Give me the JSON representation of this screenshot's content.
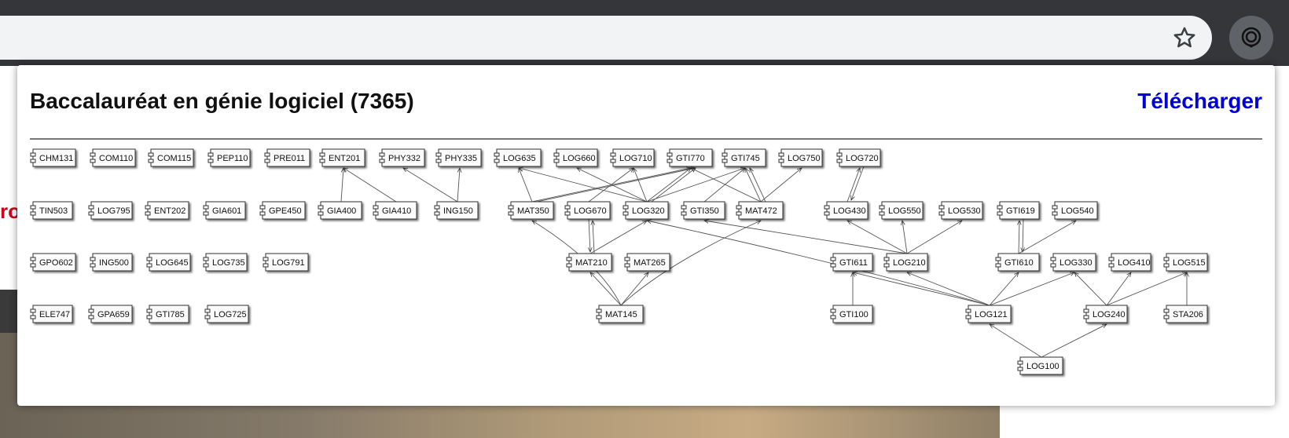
{
  "browser": {
    "star_icon": "star-outline-icon",
    "profile_icon": "profile-avatar-icon"
  },
  "background_page": {
    "partial_link_text": "ro"
  },
  "modal": {
    "title": "Baccalauréat en génie logiciel (7365)",
    "download_label": "Télécharger"
  },
  "graph": {
    "courses": [
      "CHM131",
      "COM110",
      "COM115",
      "PEP110",
      "PRE011",
      "ENT201",
      "PHY332",
      "PHY335",
      "LOG635",
      "LOG660",
      "LOG710",
      "GTI770",
      "GTI745",
      "LOG750",
      "LOG720",
      "TIN503",
      "LOG795",
      "ENT202",
      "GIA601",
      "GPE450",
      "GIA400",
      "GIA410",
      "ING150",
      "MAT350",
      "LOG670",
      "LOG320",
      "GTI350",
      "MAT472",
      "LOG430",
      "LOG550",
      "LOG530",
      "GTI619",
      "LOG540",
      "GPO602",
      "ING500",
      "LOG645",
      "LOG735",
      "LOG791",
      "MAT210",
      "MAT265",
      "GTI611",
      "LOG210",
      "GTI610",
      "LOG330",
      "LOG410",
      "LOG515",
      "ELE747",
      "GPA659",
      "GTI785",
      "LOG725",
      "MAT145",
      "GTI100",
      "LOG121",
      "LOG240",
      "STA206",
      "LOG100"
    ],
    "prerequisites": [
      [
        "GIA400",
        "ENT201"
      ],
      [
        "GIA410",
        "ENT201"
      ],
      [
        "ING150",
        "PHY332"
      ],
      [
        "ING150",
        "PHY335"
      ],
      [
        "MAT350",
        "LOG635"
      ],
      [
        "MAT350",
        "GTI770"
      ],
      [
        "MAT350",
        "GTI770"
      ],
      [
        "LOG320",
        "LOG635"
      ],
      [
        "LOG320",
        "LOG660"
      ],
      [
        "LOG320",
        "LOG710"
      ],
      [
        "LOG320",
        "GTI770"
      ],
      [
        "LOG320",
        "GTI770"
      ],
      [
        "LOG320",
        "GTI745"
      ],
      [
        "GTI350",
        "GTI745"
      ],
      [
        "MAT472",
        "GTI770"
      ],
      [
        "MAT472",
        "GTI745"
      ],
      [
        "MAT472",
        "GTI745"
      ],
      [
        "MAT472",
        "LOG750"
      ],
      [
        "LOG430",
        "LOG720"
      ],
      [
        "LOG720",
        "LOG430"
      ],
      [
        "LOG670",
        "LOG710"
      ],
      [
        "LOG670",
        "MAT210"
      ],
      [
        "MAT210",
        "LOG670"
      ],
      [
        "MAT210",
        "LOG320"
      ],
      [
        "MAT145",
        "MAT350"
      ],
      [
        "MAT145",
        "MAT210"
      ],
      [
        "MAT145",
        "MAT265"
      ],
      [
        "MAT145",
        "MAT472"
      ],
      [
        "LOG210",
        "LOG430"
      ],
      [
        "LOG210",
        "LOG550"
      ],
      [
        "LOG210",
        "LOG530"
      ],
      [
        "LOG210",
        "GTI350"
      ],
      [
        "LOG121",
        "LOG320"
      ],
      [
        "LOG121",
        "GTI611"
      ],
      [
        "LOG121",
        "LOG210"
      ],
      [
        "LOG121",
        "GTI610"
      ],
      [
        "LOG121",
        "LOG330"
      ],
      [
        "GTI610",
        "GTI619"
      ],
      [
        "GTI619",
        "GTI610"
      ],
      [
        "GTI610",
        "LOG540"
      ],
      [
        "GTI100",
        "GTI611"
      ],
      [
        "LOG240",
        "LOG330"
      ],
      [
        "LOG240",
        "LOG410"
      ],
      [
        "LOG240",
        "LOG515"
      ],
      [
        "STA206",
        "LOG515"
      ],
      [
        "LOG100",
        "LOG121"
      ],
      [
        "LOG100",
        "LOG240"
      ]
    ]
  }
}
